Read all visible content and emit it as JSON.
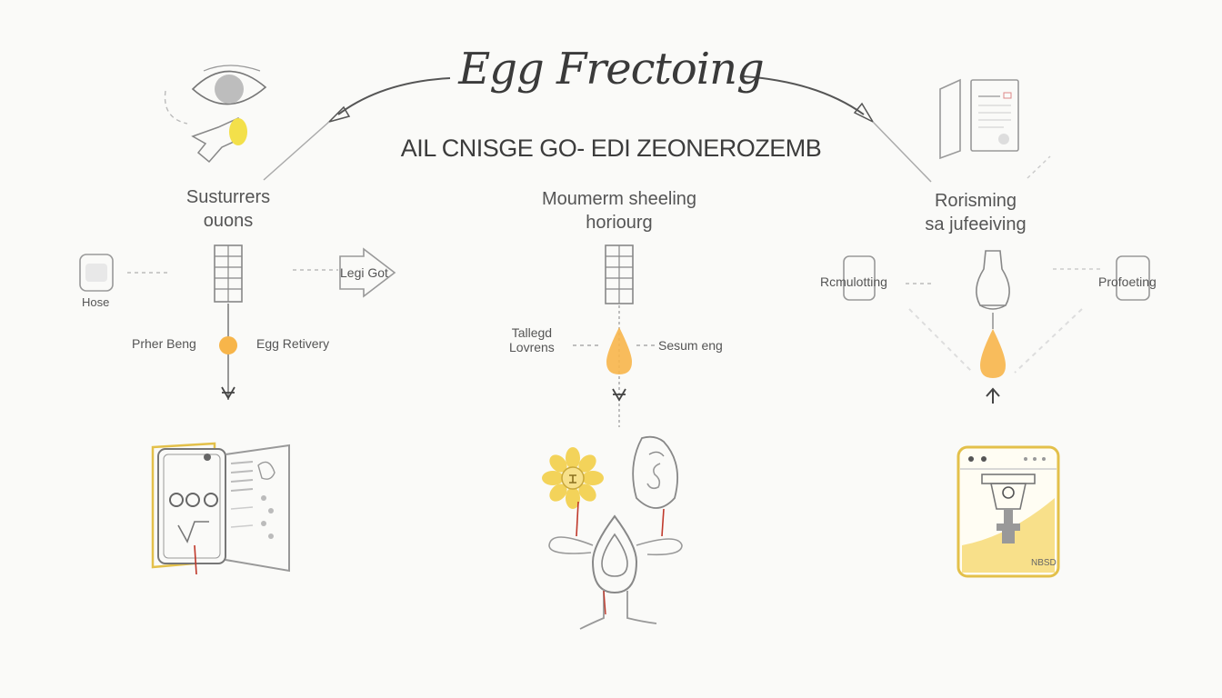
{
  "title": "Egg Frectoing",
  "subtitle": "AIL CNISGE GO- EDI ZEONEROZEMB",
  "columns": [
    {
      "heading_line1": "Susturrers",
      "heading_line2": "ouons",
      "left_box_label": "Hose",
      "right_tag_label": "Legi Got",
      "left_label": "Prher Beng",
      "right_label": "Egg Retivery"
    },
    {
      "heading_line1": "Moumerm sheeling",
      "heading_line2": "horiourg",
      "left_label_line1": "Tallegd",
      "left_label_line2": "Lovrens",
      "right_label": "Sesum eng"
    },
    {
      "heading_line1": "Rorisming",
      "heading_line2": "sa jufeeiving",
      "left_label": "Rcmulotting",
      "right_label": "Profoeting",
      "card_label": "NBSD"
    }
  ],
  "colors": {
    "accent_yellow": "#f3d35a",
    "accent_orange": "#f7b54a",
    "line_gray": "#9a9a9a",
    "dark_line": "#555555",
    "red_stroke": "#c0392b",
    "background": "#fafaf8"
  }
}
